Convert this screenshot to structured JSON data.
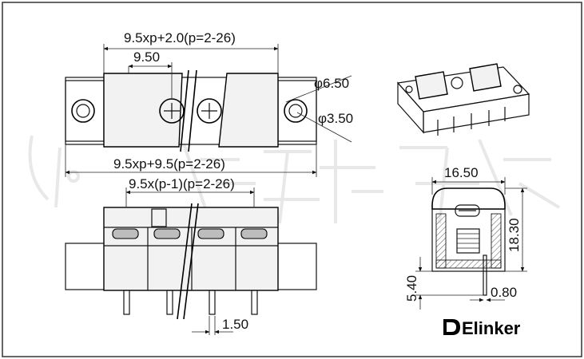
{
  "drawing": {
    "top_view": {
      "overall_dim": "9.5xp+2.0(p=2-26)",
      "pitch_dim": "9.50",
      "hole_outer_dim": "φ6.50",
      "hole_inner_dim": "φ3.50",
      "mount_span_dim": "9.5xp+9.5(p=2-26)"
    },
    "front_view": {
      "pin_span_dim": "9.5x(p-1)(p=2-26)",
      "pin_width_dim": "1.50"
    },
    "side_view": {
      "width_dim": "16.50",
      "height_dim": "18.30",
      "pin_length_dim": "5.40",
      "pin_thickness_dim": "0.80"
    },
    "brand": {
      "logo_text": "Elinker"
    }
  },
  "colors": {
    "line": "#000000",
    "body_fill": "#f2f2f2",
    "slot_fill": "#bdbdbd",
    "watermark": "#e8e8e8"
  }
}
